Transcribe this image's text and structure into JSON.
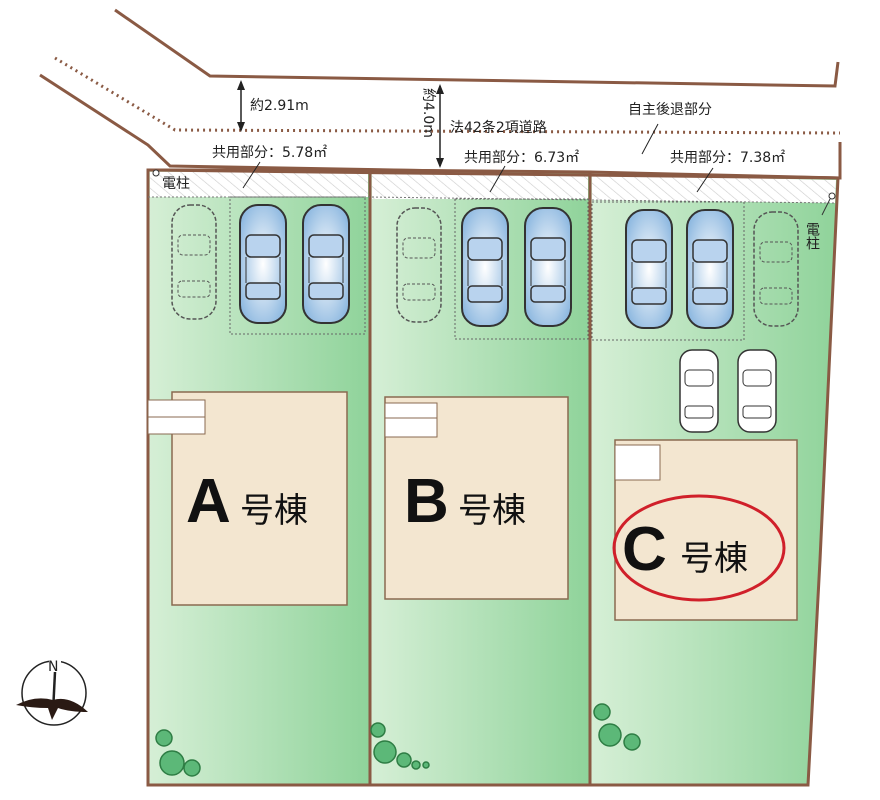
{
  "road": {
    "width_label": "約2.91m",
    "road_type": "法42条2項道路",
    "road_width": "約4.0m",
    "setback_label": "自主後退部分"
  },
  "shared": [
    {
      "label": "共用部分：5.78㎡"
    },
    {
      "label": "共用部分：6.73㎡"
    },
    {
      "label": "共用部分：7.38㎡"
    }
  ],
  "poles": {
    "left": "電柱",
    "right": "電柱"
  },
  "buildings": [
    {
      "letter": "A",
      "suffix": "号棟"
    },
    {
      "letter": "B",
      "suffix": "号棟"
    },
    {
      "letter": "C",
      "suffix": "号棟",
      "highlighted": true
    }
  ],
  "compass": {
    "north": "N"
  },
  "colors": {
    "boundary": "#8a5a44",
    "lawn": "#a8dcae",
    "house": "#f3e6d0",
    "highlight": "#d0202a"
  }
}
